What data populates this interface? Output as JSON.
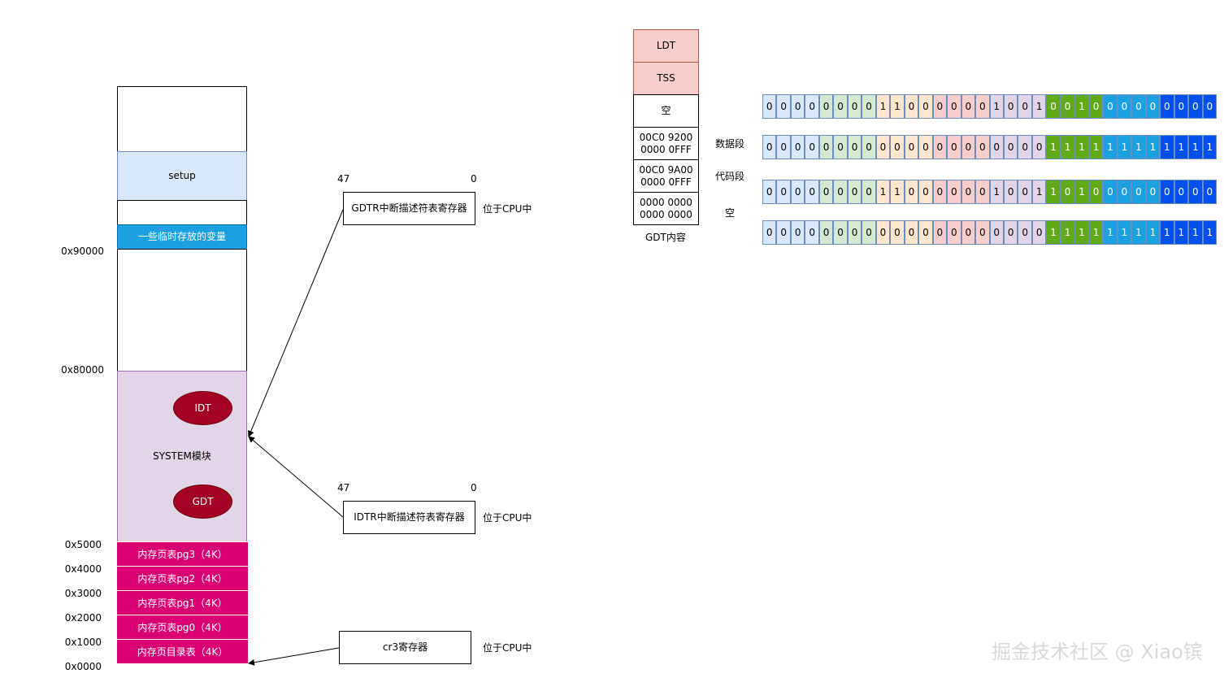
{
  "memory": {
    "setup": "setup",
    "temp_vars": "一些临时存放的变量",
    "system_module": "SYSTEM模块",
    "idt": "IDT",
    "gdt": "GDT",
    "pages": [
      "内存页表pg3（4K）",
      "内存页表pg2（4K）",
      "内存页表pg1（4K）",
      "内存页表pg0（4K）",
      "内存页目录表（4K）"
    ],
    "addresses": {
      "a90000": "0x90000",
      "a80000": "0x80000",
      "a5000": "0x5000",
      "a4000": "0x4000",
      "a3000": "0x3000",
      "a2000": "0x2000",
      "a1000": "0x1000",
      "a0000": "0x0000"
    }
  },
  "registers": {
    "gdtr": {
      "label": "GDTR中断描述符表寄存器",
      "high": "47",
      "low": "0",
      "location": "位于CPU中"
    },
    "idtr": {
      "label": "IDTR中断描述符表寄存器",
      "high": "47",
      "low": "0",
      "location": "位于CPU中"
    },
    "cr3": {
      "label": "cr3寄存器",
      "location": "位于CPU中"
    }
  },
  "gdt_table": {
    "caption": "GDT内容",
    "cells": [
      {
        "line1": "LDT",
        "line2": ""
      },
      {
        "line1": "TSS",
        "line2": ""
      },
      {
        "line1": "空",
        "line2": ""
      },
      {
        "line1": "00C0 9200",
        "line2": "0000 0FFF"
      },
      {
        "line1": "00C0 9A00",
        "line2": "0000 0FFF"
      },
      {
        "line1": "0000 0000",
        "line2": "0000 0000"
      }
    ],
    "row_labels": {
      "data": "数据段",
      "code": "代码段",
      "empty": "空"
    }
  },
  "bit_rows": [
    "00000000110000001001001000000000",
    "00000000000000000000111111111111",
    "00000000110000001001101000000000",
    "00000000000000000000111111111111"
  ],
  "bit_groups": [
    {
      "count": 4,
      "color": "#dae8fc"
    },
    {
      "count": 4,
      "color": "#d5e8d4"
    },
    {
      "count": 4,
      "color": "#ffe6cc"
    },
    {
      "count": 4,
      "color": "#f8cecc"
    },
    {
      "count": 4,
      "color": "#e1d5e7"
    },
    {
      "count": 4,
      "color": "#60a917"
    },
    {
      "count": 4,
      "color": "#1ba1e2"
    },
    {
      "count": 4,
      "color": "#0050ef"
    }
  ],
  "watermark": "掘金技术社区 @ Xiao镔"
}
